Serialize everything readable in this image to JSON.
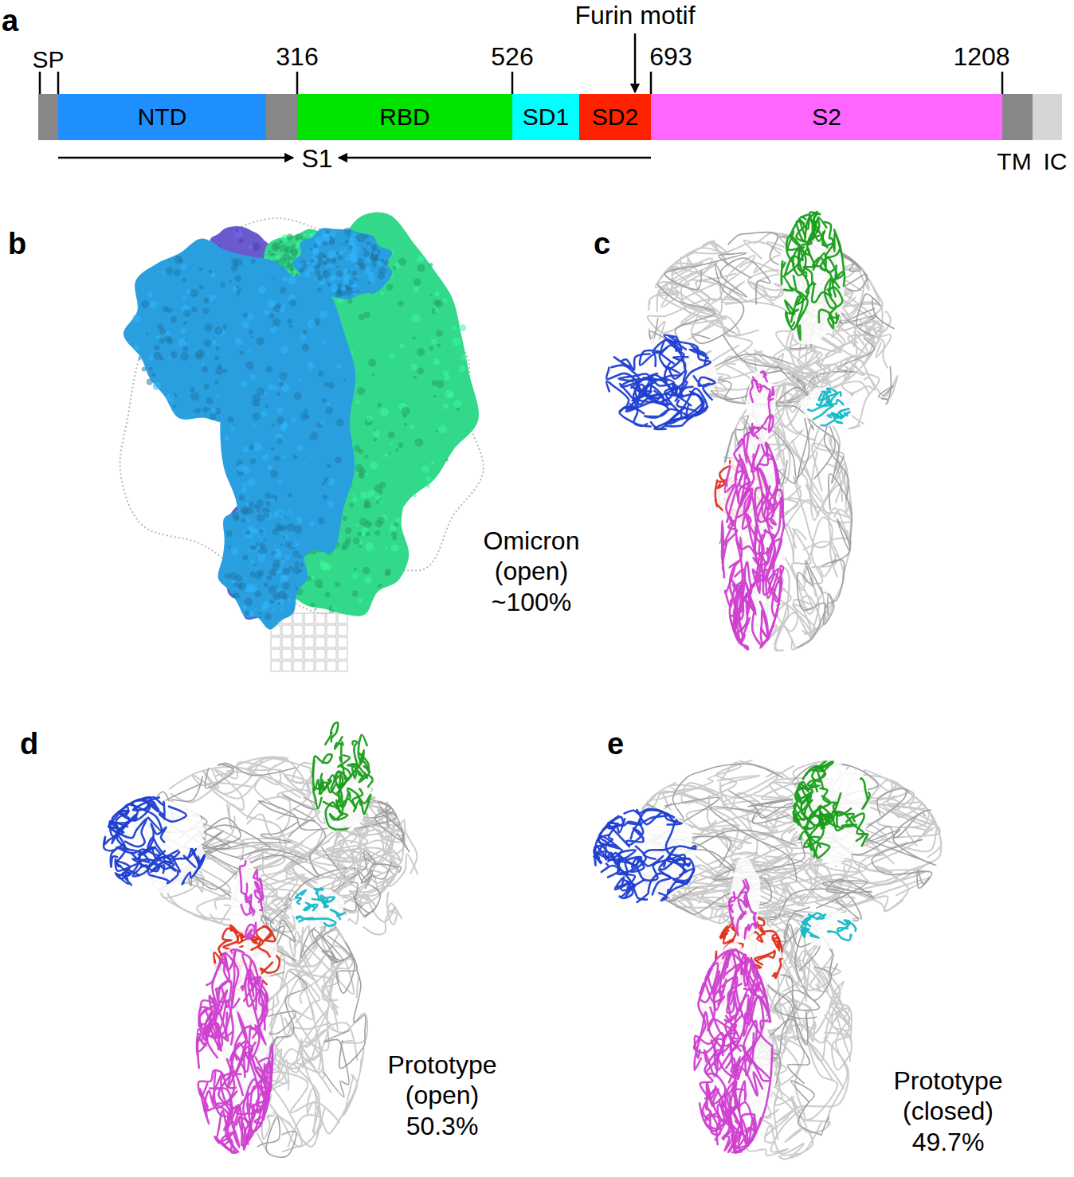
{
  "diagram": {
    "nodes": [
      {
        "text": [
          "SP"
        ]
      },
      {
        "text": [
          "NTD"
        ]
      },
      {
        "text": [
          "RBD"
        ]
      },
      {
        "text": [
          "SD1"
        ]
      },
      {
        "text": [
          "SD2"
        ]
      },
      {
        "text": [
          "S2"
        ]
      },
      {
        "text": [
          "TM"
        ]
      },
      {
        "text": [
          "IC"
        ]
      }
    ],
    "labels": [
      "a",
      "316",
      "526",
      "Furin motif",
      "693",
      "1208",
      "S1",
      "b",
      "Omicron (open) ~100%",
      "c",
      "d",
      "Prototype (open) 50.3%",
      "e",
      "Prototype (closed) 49.7%"
    ]
  }
}
